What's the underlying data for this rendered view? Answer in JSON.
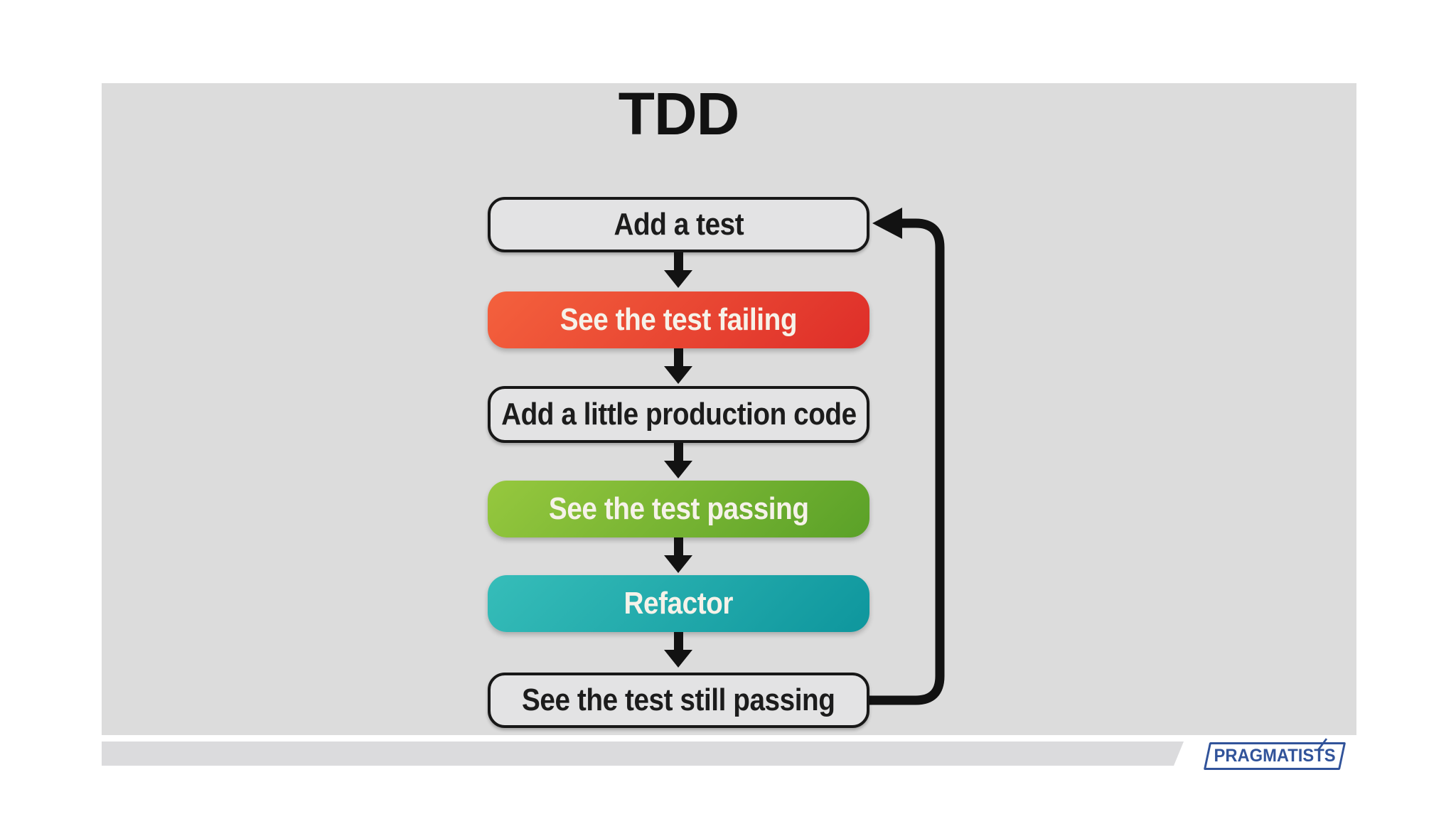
{
  "slide": {
    "title": "TDD",
    "flow_steps": [
      {
        "label": "Add a test",
        "style": "outline"
      },
      {
        "label": "See the test failing",
        "style": "gradient",
        "color_from": "#f4613d",
        "color_to": "#de2e29"
      },
      {
        "label": "Add a little production code",
        "style": "outline"
      },
      {
        "label": "See the test passing",
        "style": "gradient",
        "color_from": "#96c83e",
        "color_to": "#5aa128"
      },
      {
        "label": "Refactor",
        "style": "gradient",
        "color_from": "#36bdb9",
        "color_to": "#0e969d"
      },
      {
        "label": "See the test still passing",
        "style": "outline"
      }
    ]
  },
  "footer": {
    "logo_text": "PRAGMATISTS",
    "logo_color": "#31539a"
  },
  "colors": {
    "page_bg": "#ffffff",
    "slide_bg": "#dcdcdc",
    "outline_box_fill": "#e3e3e4",
    "outline_box_border": "#171717",
    "arrow": "#121212",
    "footer_bar": "#dbdbdd",
    "box_text_light": "#f6f2e9",
    "box_text_dark": "#1c1c1c"
  }
}
